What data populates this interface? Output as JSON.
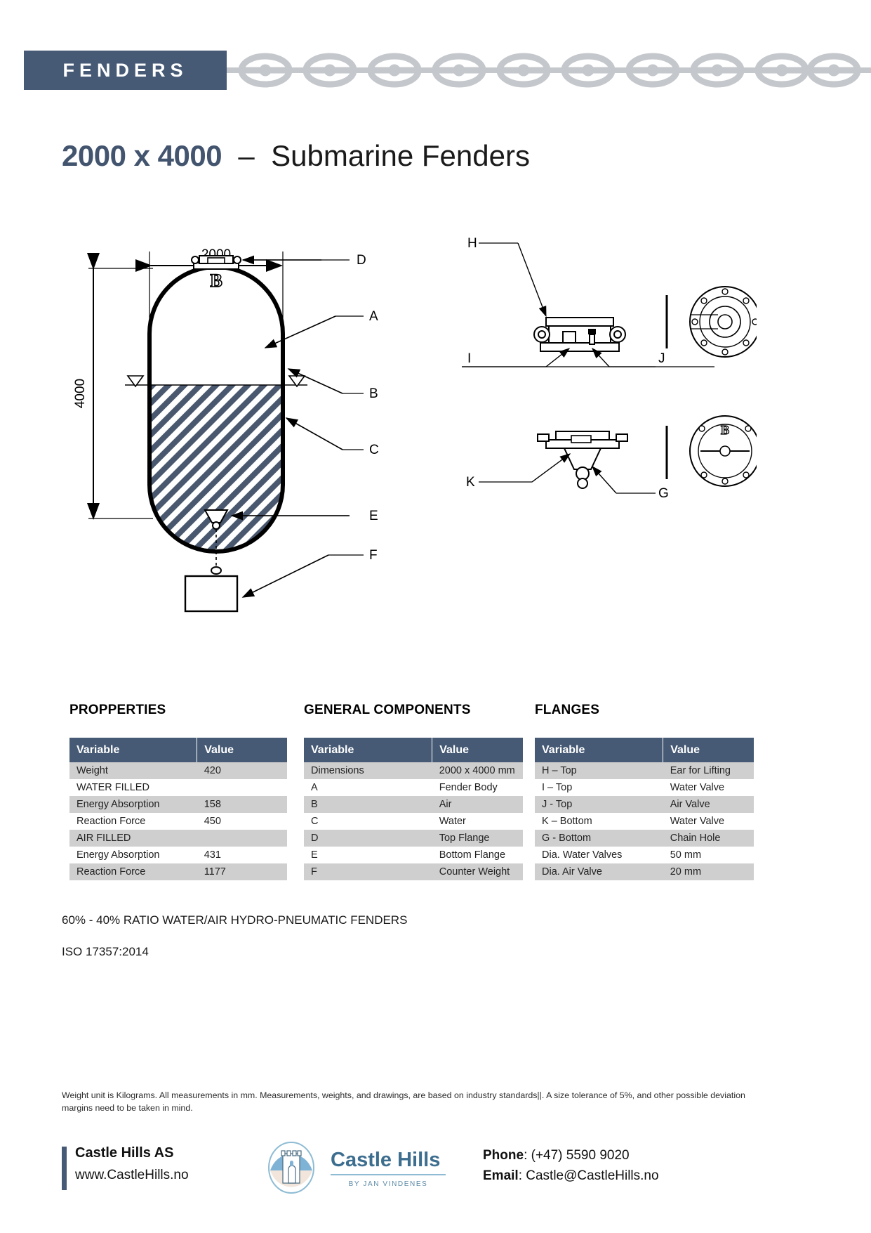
{
  "header": {
    "tab_label": "FENDERS",
    "chain_icon": "anchor-chain-icon",
    "band_color": "#465a75"
  },
  "title": {
    "dimension": "2000 x 4000",
    "dash": "–",
    "subject": "Submarine Fenders"
  },
  "drawing": {
    "width_dimension": "2000",
    "height_dimension": "4000",
    "callouts": [
      "D",
      "A",
      "B",
      "C",
      "E",
      "F",
      "H",
      "I",
      "J",
      "K",
      "G"
    ],
    "water_hatch_color": "#49586e",
    "outline_color": "#000000"
  },
  "tables": {
    "properties": {
      "heading": "PROPPERTIES",
      "columns": [
        "Variable",
        "Value"
      ],
      "rows": [
        {
          "variable": "Weight",
          "value": "420",
          "shade": true
        },
        {
          "variable": "WATER FILLED",
          "value": "",
          "shade": false
        },
        {
          "variable": "Energy Absorption",
          "value": "158",
          "shade": true
        },
        {
          "variable": "Reaction Force",
          "value": "450",
          "shade": false
        },
        {
          "variable": "AIR FILLED",
          "value": "",
          "shade": true
        },
        {
          "variable": "Energy Absorption",
          "value": "431",
          "shade": false
        },
        {
          "variable": "Reaction Force",
          "value": "1177",
          "shade": true
        }
      ]
    },
    "general_components": {
      "heading": "GENERAL COMPONENTS",
      "columns": [
        "Variable",
        "Value"
      ],
      "rows": [
        {
          "variable": "Dimensions",
          "value": "2000 x 4000 mm",
          "shade": true
        },
        {
          "variable": "A",
          "value": "Fender Body",
          "shade": false
        },
        {
          "variable": "B",
          "value": "Air",
          "shade": true
        },
        {
          "variable": "C",
          "value": "Water",
          "shade": false
        },
        {
          "variable": "D",
          "value": "Top Flange",
          "shade": true
        },
        {
          "variable": "E",
          "value": "Bottom Flange",
          "shade": false
        },
        {
          "variable": "F",
          "value": "Counter Weight",
          "shade": true
        }
      ]
    },
    "flanges": {
      "heading": "FLANGES",
      "columns": [
        "Variable",
        "Value"
      ],
      "rows": [
        {
          "variable": "H – Top",
          "value": "Ear for Lifting",
          "shade": true
        },
        {
          "variable": "I – Top",
          "value": "Water Valve",
          "shade": false
        },
        {
          "variable": "J - Top",
          "value": "Air Valve",
          "shade": true
        },
        {
          "variable": "K – Bottom",
          "value": "Water Valve",
          "shade": false
        },
        {
          "variable": "G - Bottom",
          "value": "Chain Hole",
          "shade": true
        },
        {
          "variable": "Dia. Water Valves",
          "value": "50 mm",
          "shade": false
        },
        {
          "variable": "Dia. Air Valve",
          "value": "20 mm",
          "shade": true
        }
      ]
    }
  },
  "notes": {
    "ratio": "60% - 40% RATIO WATER/AIR HYDRO-PNEUMATIC FENDERS",
    "standard": "ISO 17357:2014"
  },
  "disclaimer": "Weight unit is Kilograms. All measurements in mm. Measurements, weights, and drawings, are based on industry standards||. A size tolerance of 5%, and other possible deviation margins need to be taken in mind.",
  "footer": {
    "company": "Castle Hills AS",
    "website": "www.CastleHills.no",
    "logo_name": "Castle Hills",
    "logo_tagline": "BY JAN VINDENES",
    "phone_label": "Phone",
    "phone_value": ": (+47) 5590 9020",
    "email_label": "Email",
    "email_value": ": Castle@CastleHills.no"
  }
}
